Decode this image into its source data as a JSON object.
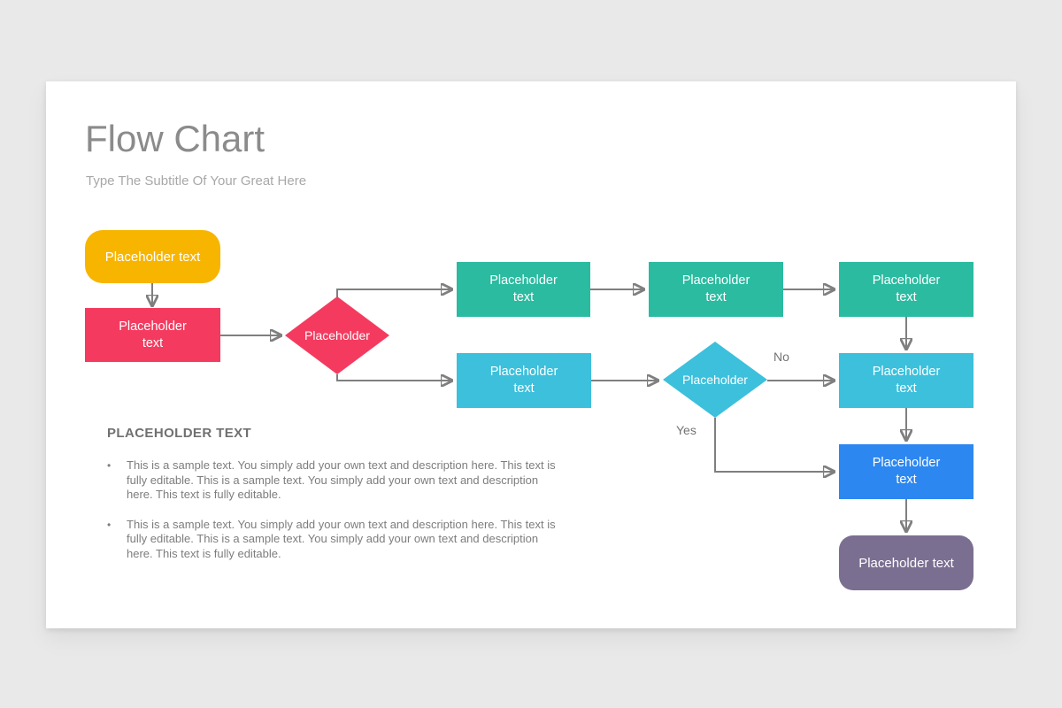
{
  "slide": {
    "title": "Flow Chart",
    "subtitle": "Type The Subtitle Of Your Great Here"
  },
  "flowchart": {
    "nodes": [
      {
        "id": "start",
        "shape": "rounded",
        "label": "Placeholder text",
        "color": "#F7B500"
      },
      {
        "id": "process-pink",
        "shape": "rect",
        "label": "Placeholder text",
        "color": "#F43B5F"
      },
      {
        "id": "decision-pink",
        "shape": "diamond",
        "label": "Placeholder",
        "color": "#F43B5F"
      },
      {
        "id": "process-teal-1",
        "shape": "rect",
        "label": "Placeholder text",
        "color": "#2ABBA0"
      },
      {
        "id": "process-teal-2",
        "shape": "rect",
        "label": "Placeholder text",
        "color": "#2ABBA0"
      },
      {
        "id": "process-teal-3",
        "shape": "rect",
        "label": "Placeholder text",
        "color": "#2ABBA0"
      },
      {
        "id": "process-cyan-1",
        "shape": "rect",
        "label": "Placeholder text",
        "color": "#3CC0DC"
      },
      {
        "id": "decision-cyan",
        "shape": "diamond",
        "label": "Placeholder",
        "color": "#3CC0DC"
      },
      {
        "id": "process-cyan-2",
        "shape": "rect",
        "label": "Placeholder text",
        "color": "#3CC0DC"
      },
      {
        "id": "process-blue",
        "shape": "rect",
        "label": "Placeholder text",
        "color": "#2D87F0"
      },
      {
        "id": "end",
        "shape": "rounded",
        "label": "Placeholder text",
        "color": "#7B6F91"
      }
    ],
    "edge_labels": {
      "no": "No",
      "yes": "Yes"
    },
    "connector_color": "#7F7F7F"
  },
  "text_section": {
    "heading": "PLACEHOLDER TEXT",
    "bullet_marker": "•",
    "bullets": [
      "This is a sample text. You simply add your own text and description here. This text is fully editable. This is a sample text. You simply add your own text and description here. This text is fully editable.",
      "This is a sample text. You simply add your own text and description here. This text is fully editable. This is a sample text. You simply add your own text and description here. This text is fully editable."
    ]
  }
}
